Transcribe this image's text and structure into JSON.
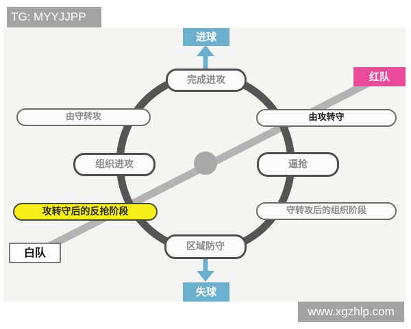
{
  "header": {
    "tag_label": "TG: MYYJJPP"
  },
  "footer": {
    "watermark": "www.xgzhlp.com"
  },
  "diagram": {
    "outcomes": {
      "top": "进球",
      "bottom": "失球"
    },
    "teams": {
      "red": "红队",
      "white": "白队"
    },
    "cycle": {
      "top": "完成进攻",
      "bottom": "区域防守",
      "left_mid": "组织进攻",
      "right_mid": "逼抢"
    },
    "transitions": {
      "upper_left": "由守转攻",
      "upper_right": "由攻转守",
      "lower_left": "攻转守后的反抢阶段",
      "lower_right": "守转攻后的组织阶段"
    },
    "colors": {
      "ring": "#555555",
      "axis_line": "#b3b3b3",
      "goal_box": "#6cb0cf",
      "red_team": "#ea4a9a",
      "highlight": "#f6ee16"
    }
  }
}
